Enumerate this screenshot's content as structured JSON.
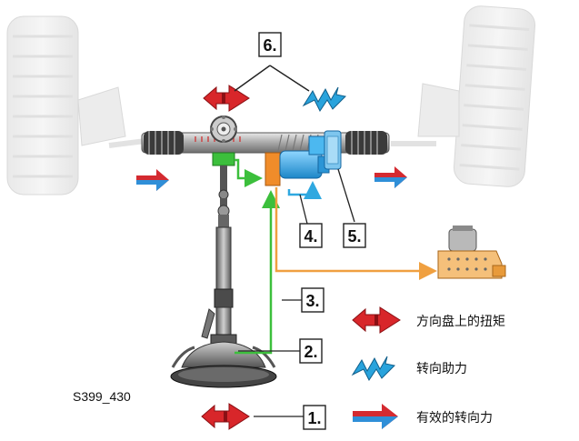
{
  "figure": {
    "id_label": "S399_430"
  },
  "callouts": [
    {
      "number": "1."
    },
    {
      "number": "2."
    },
    {
      "number": "3."
    },
    {
      "number": "4."
    },
    {
      "number": "5."
    },
    {
      "number": "6."
    }
  ],
  "legend": [
    {
      "icon": "double-arrow-red-icon",
      "label": "方向盘上的扭矩"
    },
    {
      "icon": "wavy-arrow-blue-icon",
      "label": "转向助力"
    },
    {
      "icon": "arrow-red-blue-icon",
      "label": "有效的转向力"
    }
  ],
  "colors": {
    "signal_green": "#3cbf3c",
    "signal_orange": "#f0a040",
    "signal_blue": "#2fa8e0",
    "torque_red": "#d8262a",
    "assist_blue": "#29a3dc",
    "force_red": "#d42a30",
    "force_blue": "#2f8fd8",
    "motor_blue": "#3ab0ee",
    "ecu_orange": "#f08c2a",
    "gray_part": "#b8b8b8"
  }
}
